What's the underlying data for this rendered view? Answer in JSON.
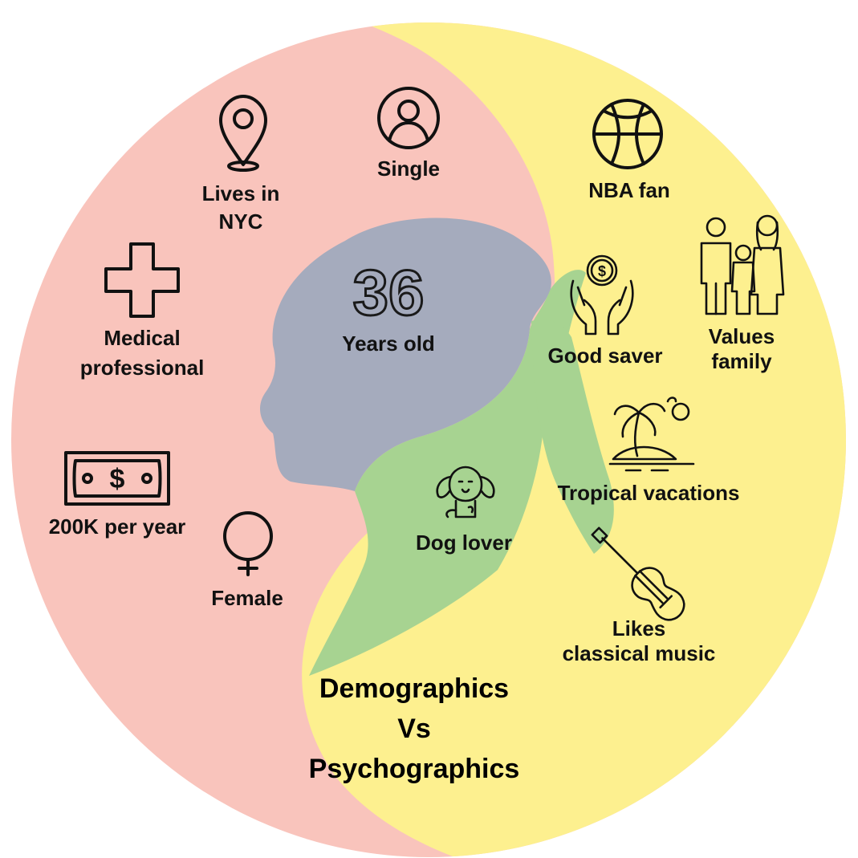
{
  "title": {
    "line1": "Demographics",
    "line2": "Vs",
    "line3": "Psychographics"
  },
  "colors": {
    "demographics": "#f9c4bc",
    "psychographics": "#fdf08f",
    "head": "#a5abbd",
    "overlap": "#a7d391",
    "ink": "#111111"
  },
  "age": {
    "number": "36",
    "label": "Years old"
  },
  "demographics": {
    "location": {
      "icon": "location-pin-icon",
      "line1": "Lives in",
      "line2": "NYC"
    },
    "status": {
      "icon": "user-circle-icon",
      "label": "Single"
    },
    "job": {
      "icon": "medical-cross-icon",
      "line1": "Medical",
      "line2": "professional"
    },
    "income": {
      "icon": "banknote-icon",
      "label": "200K per year"
    },
    "gender": {
      "icon": "female-symbol-icon",
      "label": "Female"
    }
  },
  "psychographics": {
    "sports": {
      "icon": "basketball-icon",
      "label": "NBA fan"
    },
    "saving": {
      "icon": "hands-coin-icon",
      "label": "Good saver"
    },
    "family": {
      "icon": "family-icon",
      "line1": "Values",
      "line2": "family"
    },
    "travel": {
      "icon": "palm-island-icon",
      "label": "Tropical vacations"
    },
    "pets": {
      "icon": "dog-icon",
      "label": "Dog lover"
    },
    "music": {
      "icon": "violin-icon",
      "line1": "Likes",
      "line2": "classical music"
    }
  }
}
